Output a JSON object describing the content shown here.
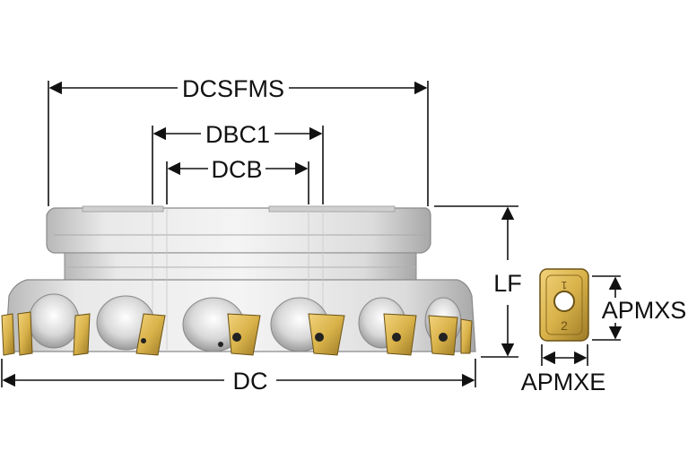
{
  "diagram": {
    "labels": {
      "dcsfms": "DCSFMS",
      "dbc1": "DBC1",
      "dcb": "DCB",
      "lf": "LF",
      "dc": "DC",
      "apmxs": "APMXS",
      "apmxe": "APMXE"
    },
    "insert_markings": {
      "top": "1",
      "bottom": "2"
    },
    "colors": {
      "body_light": "#e6e6e6",
      "body_mid": "#bdbdbd",
      "body_dark": "#8c8c8c",
      "insert_gold": "#d9b24a",
      "insert_dark": "#8a6b1e",
      "line": "#111111"
    }
  }
}
